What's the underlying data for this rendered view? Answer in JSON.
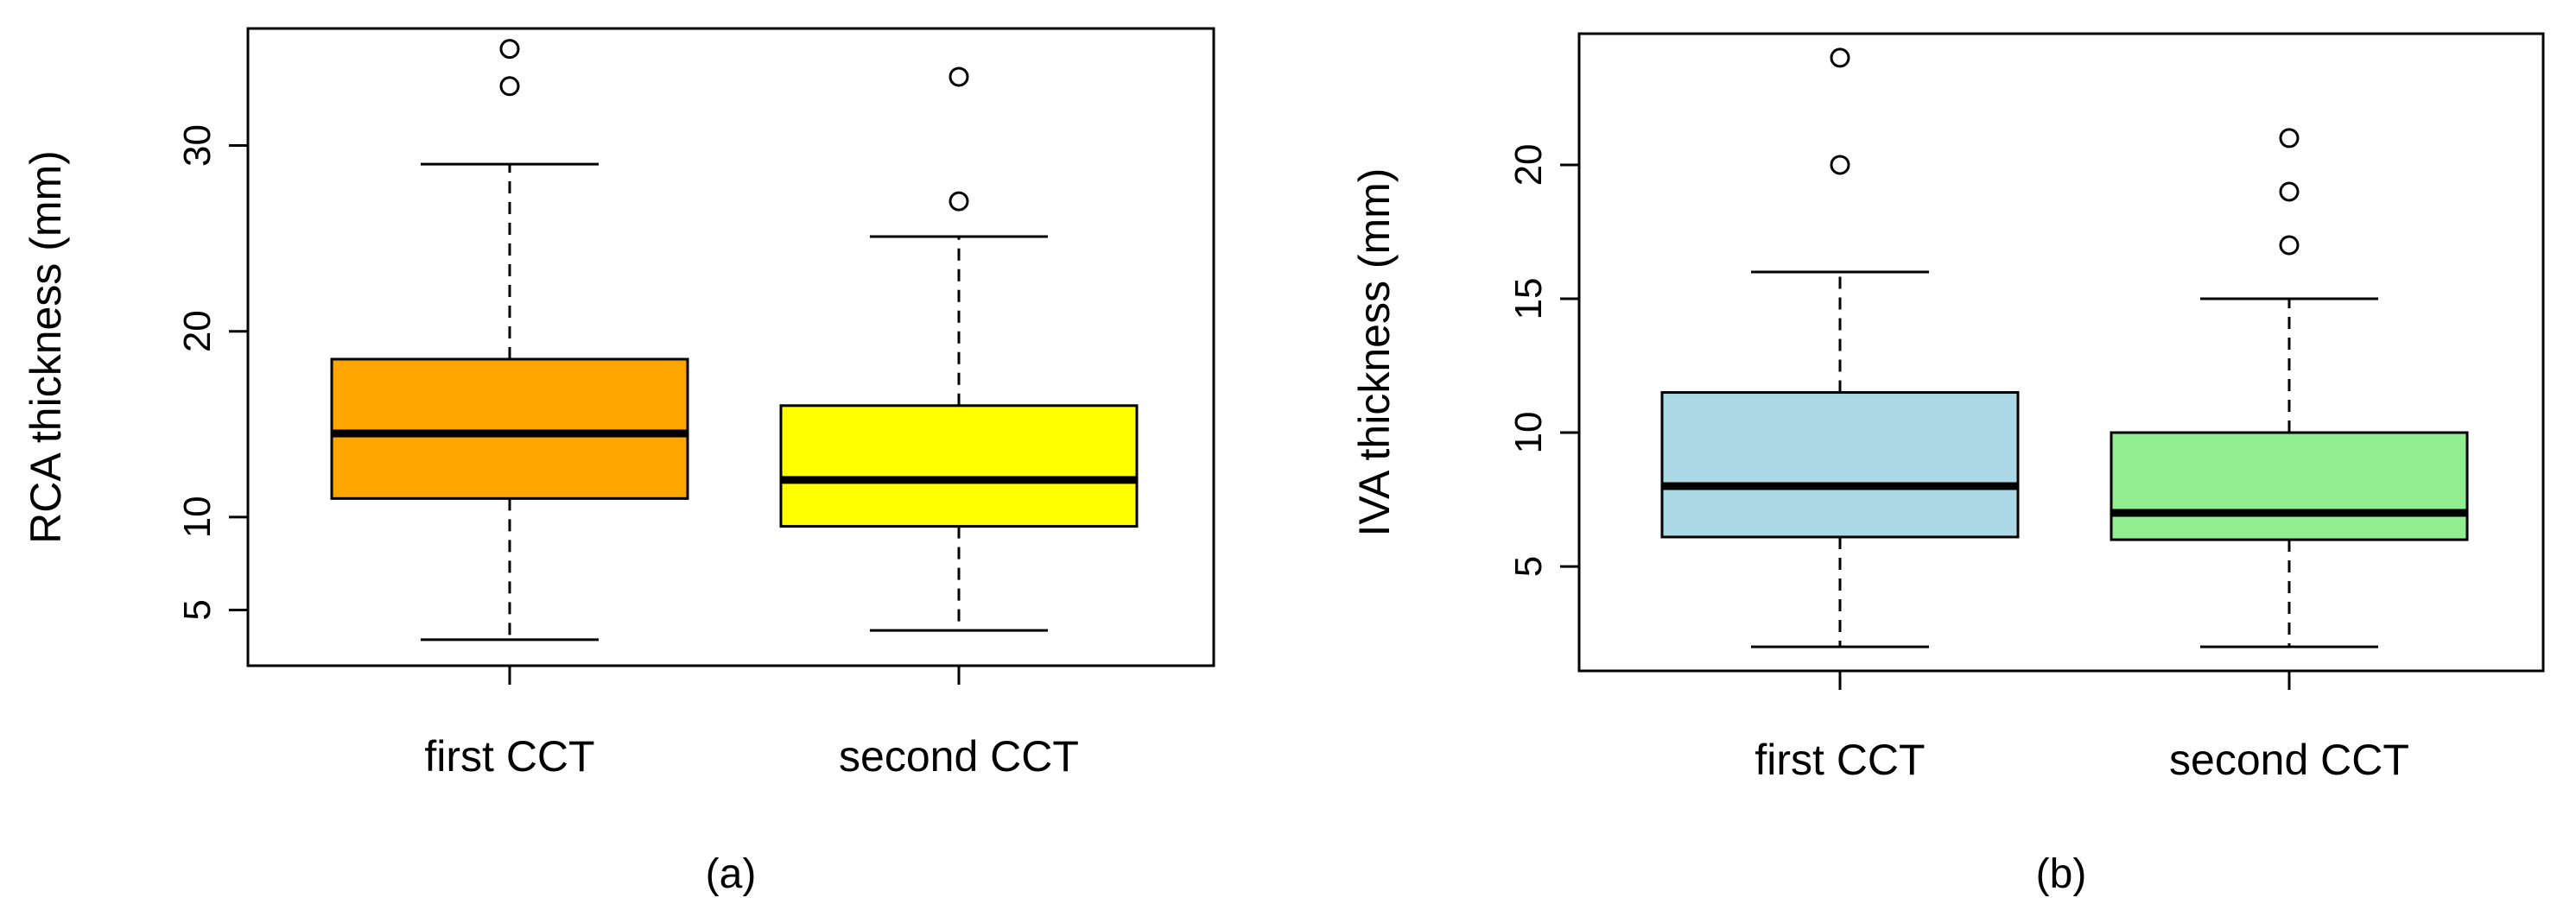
{
  "chart_data": [
    {
      "type": "boxplot",
      "panel_label": "(a)",
      "ylabel": "RCA thickness (mm)",
      "yticks": [
        5,
        10,
        20,
        30
      ],
      "ylim": [
        2.0,
        36.3
      ],
      "categories": [
        "first CCT",
        "second CCT"
      ],
      "boxes": [
        {
          "category": "first CCT",
          "color": "#FFA500",
          "whisker_low": 3.4,
          "q1": 11.0,
          "median": 14.5,
          "q3": 18.5,
          "whisker_high": 29.0,
          "outliers": [
            33.2,
            35.2
          ]
        },
        {
          "category": "second CCT",
          "color": "#FFFF00",
          "whisker_low": 3.9,
          "q1": 9.5,
          "median": 12.0,
          "q3": 16.0,
          "whisker_high": 25.1,
          "outliers": [
            27.0,
            33.7
          ]
        }
      ]
    },
    {
      "type": "boxplot",
      "panel_label": "(b)",
      "ylabel": "IVA thickness (mm)",
      "yticks": [
        5,
        10,
        15,
        20
      ],
      "ylim": [
        1.1,
        24.9
      ],
      "categories": [
        "first CCT",
        "second CCT"
      ],
      "boxes": [
        {
          "category": "first CCT",
          "color": "#ADD8E6",
          "whisker_low": 2.0,
          "q1": 6.1,
          "median": 8.0,
          "q3": 11.5,
          "whisker_high": 16.0,
          "outliers": [
            20.0,
            24.0
          ]
        },
        {
          "category": "second CCT",
          "color": "#90EE90",
          "whisker_low": 2.0,
          "q1": 6.0,
          "median": 7.0,
          "q3": 10.0,
          "whisker_high": 15.0,
          "outliers": [
            17.0,
            19.0,
            21.0
          ]
        }
      ]
    }
  ]
}
